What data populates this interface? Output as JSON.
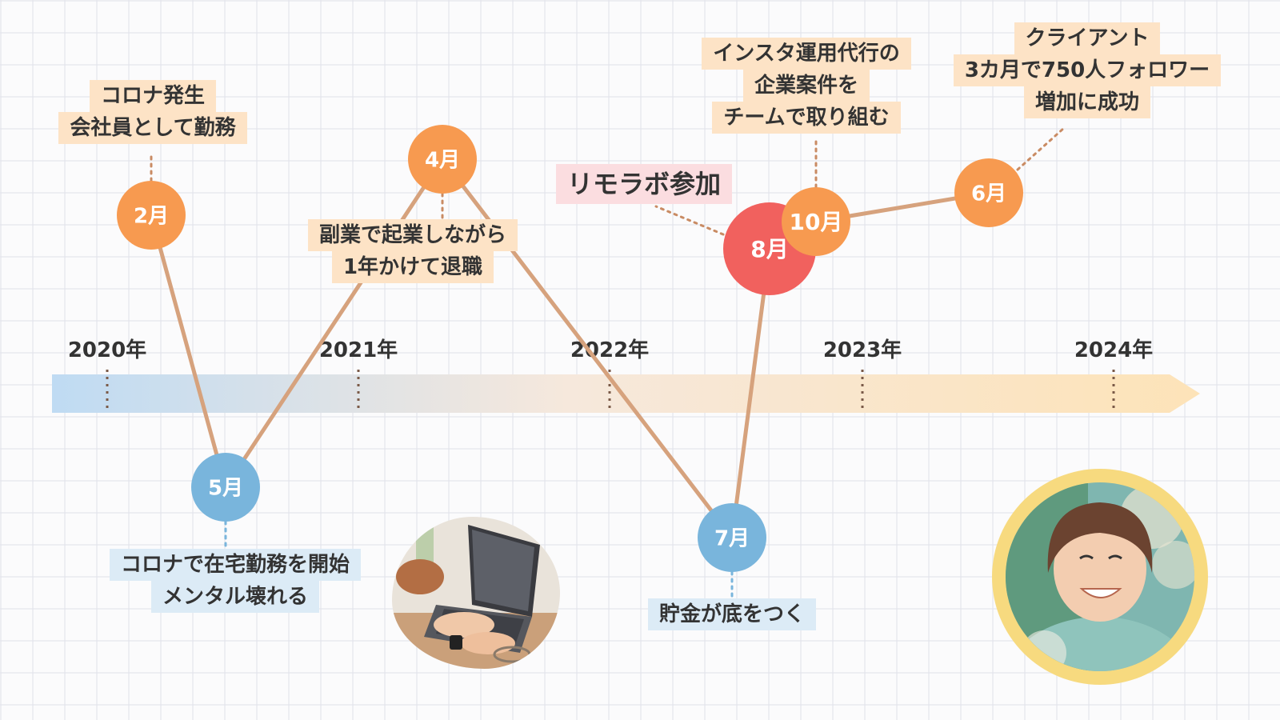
{
  "years": [
    "2020年",
    "2021年",
    "2022年",
    "2023年",
    "2024年"
  ],
  "events": [
    {
      "id": "feb",
      "month": "2月",
      "tone": "orange",
      "lines": [
        "コロナ発生",
        "会社員として勤務"
      ]
    },
    {
      "id": "may",
      "month": "5月",
      "tone": "blue",
      "lines": [
        "コロナで在宅勤務を開始",
        "メンタル壊れる"
      ]
    },
    {
      "id": "apr",
      "month": "4月",
      "tone": "orange",
      "lines": [
        "副業で起業しながら",
        "1年かけて退職"
      ]
    },
    {
      "id": "jul",
      "month": "7月",
      "tone": "blue",
      "lines": [
        "貯金が底をつく"
      ]
    },
    {
      "id": "aug",
      "month": "8月",
      "tone": "red",
      "lines": [
        "リモラボ参加"
      ]
    },
    {
      "id": "oct",
      "month": "10月",
      "tone": "orange",
      "lines": [
        "インスタ運用代行の",
        "企業案件を",
        "チームで取り組む"
      ]
    },
    {
      "id": "jun",
      "month": "6月",
      "tone": "orange",
      "lines": [
        "クライアント",
        "3カ月で750人フォロワー",
        "増加に成功"
      ]
    }
  ],
  "colors": {
    "orange": "#f79a50",
    "blue": "#79b5dc",
    "red": "#f1615e",
    "line": "#d6a27d",
    "arrow_start": "#bfdbf3",
    "arrow_end": "#fde3b8",
    "photo_ring": "#f7da7f"
  },
  "images": [
    "laptop-photo",
    "portrait-photo"
  ]
}
